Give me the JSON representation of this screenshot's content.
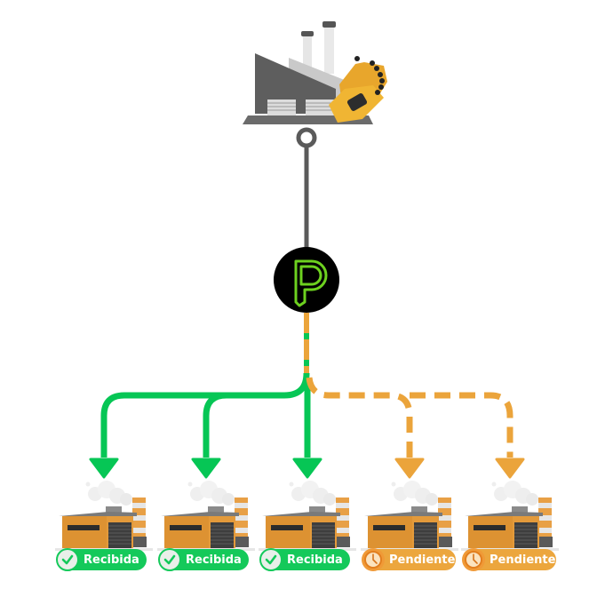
{
  "source": {
    "name": "supplier-factory",
    "icon": "factory-gloves-icon"
  },
  "hub": {
    "logo": "p-logo-icon",
    "logo_color": "#6dd11f",
    "bg_color": "#000000"
  },
  "colors": {
    "connector": "#5a5a5a",
    "received": "#06c655",
    "pending": "#eba43b"
  },
  "destinations": [
    {
      "status": "received",
      "label": "Recibida",
      "icon": "check-icon"
    },
    {
      "status": "received",
      "label": "Recibida",
      "icon": "check-icon"
    },
    {
      "status": "received",
      "label": "Recibida",
      "icon": "check-icon"
    },
    {
      "status": "pending",
      "label": "Pendiente",
      "icon": "clock-icon"
    },
    {
      "status": "pending",
      "label": "Pendiente",
      "icon": "clock-icon"
    }
  ]
}
